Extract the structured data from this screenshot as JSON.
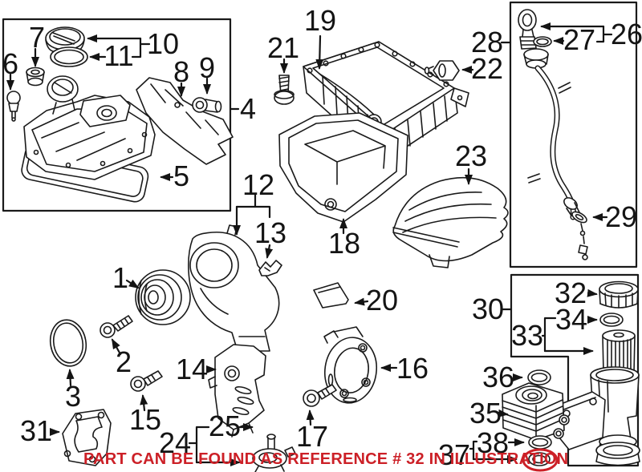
{
  "colors": {
    "line": "#1a1a1a",
    "background": "#ffffff",
    "notice_red": "#cc2027",
    "highlight_red": "#cc2027"
  },
  "notice": {
    "text": "PART CAN BE FOUND AS REFERENCE # 32 IN ILLUSTRATION"
  },
  "callouts": {
    "n1": "1",
    "n2": "2",
    "n3": "3",
    "n4": "4",
    "n5": "5",
    "n6": "6",
    "n7": "7",
    "n8": "8",
    "n9": "9",
    "n10": "10",
    "n11": "11",
    "n12": "12",
    "n13": "13",
    "n14": "14",
    "n15": "15",
    "n16": "16",
    "n17": "17",
    "n18": "18",
    "n19": "19",
    "n20": "20",
    "n21": "21",
    "n22": "22",
    "n23": "23",
    "n24": "24",
    "n25": "25",
    "n26": "26",
    "n27": "27",
    "n28": "28",
    "n29": "29",
    "n30": "30",
    "n31": "31",
    "n32": "32",
    "n33": "33",
    "n34": "34",
    "n35": "35",
    "n36": "36",
    "n37": "37",
    "n38": "38"
  }
}
